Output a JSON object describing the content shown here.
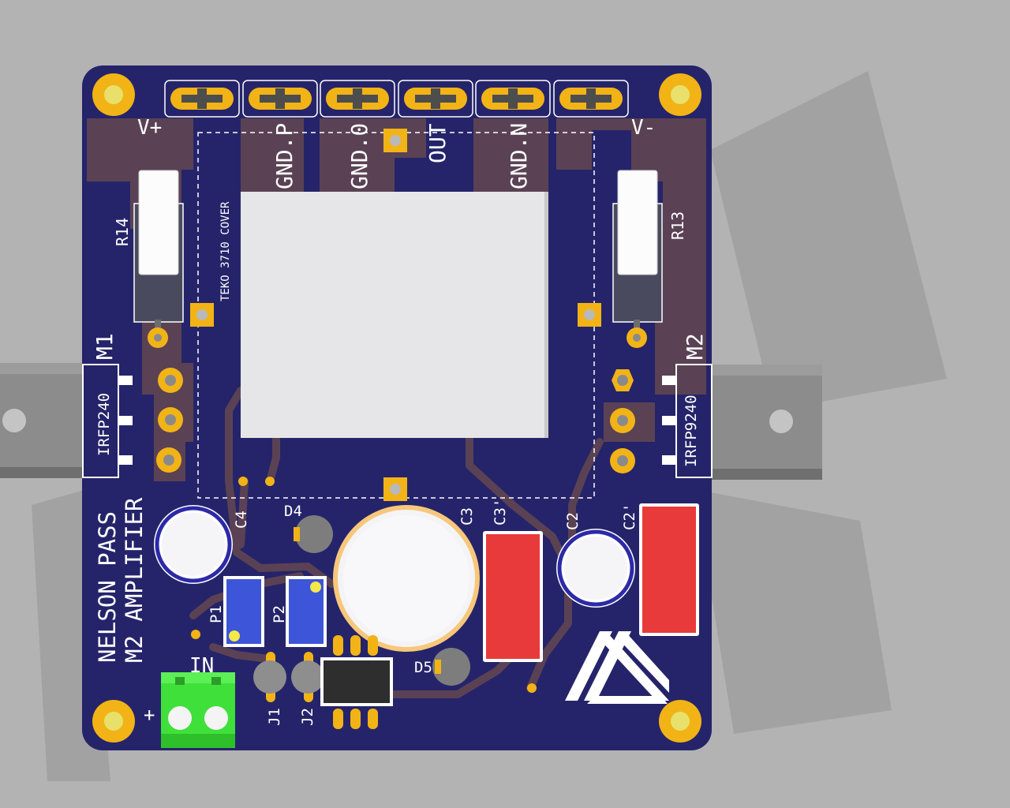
{
  "board": {
    "title_line1": "NELSON PASS",
    "title_line2": "M2 AMPLIFIER",
    "cover_label": "TEKO 3710 COVER",
    "input_label": "IN",
    "plus_label": "+"
  },
  "connectors": {
    "vplus": "V+",
    "vminus": "V-",
    "gnd_p": "GND.P",
    "gnd_0": "GND.0",
    "out": "OUT",
    "gnd_n": "GND.N"
  },
  "components": {
    "r14": "R14",
    "r13": "R13",
    "m1": "M1",
    "m2": "M2",
    "m1_part": "IRFP240",
    "m2_part": "IRFP9240",
    "c4": "C4",
    "d4": "D4",
    "c3": "C3",
    "c3p": "C3'",
    "c2": "C2",
    "c2p": "C2'",
    "p1": "P1",
    "p2": "P2",
    "d5": "D5",
    "j1": "J1",
    "j2": "J2"
  },
  "colors": {
    "soldermask": "#25246a",
    "copper_pad": "#f2b316",
    "silkscreen": "#ffffff",
    "terminal_block": "#3fe03a",
    "film_cap": "#e83a3a",
    "trimmer": "#3d55d8"
  }
}
